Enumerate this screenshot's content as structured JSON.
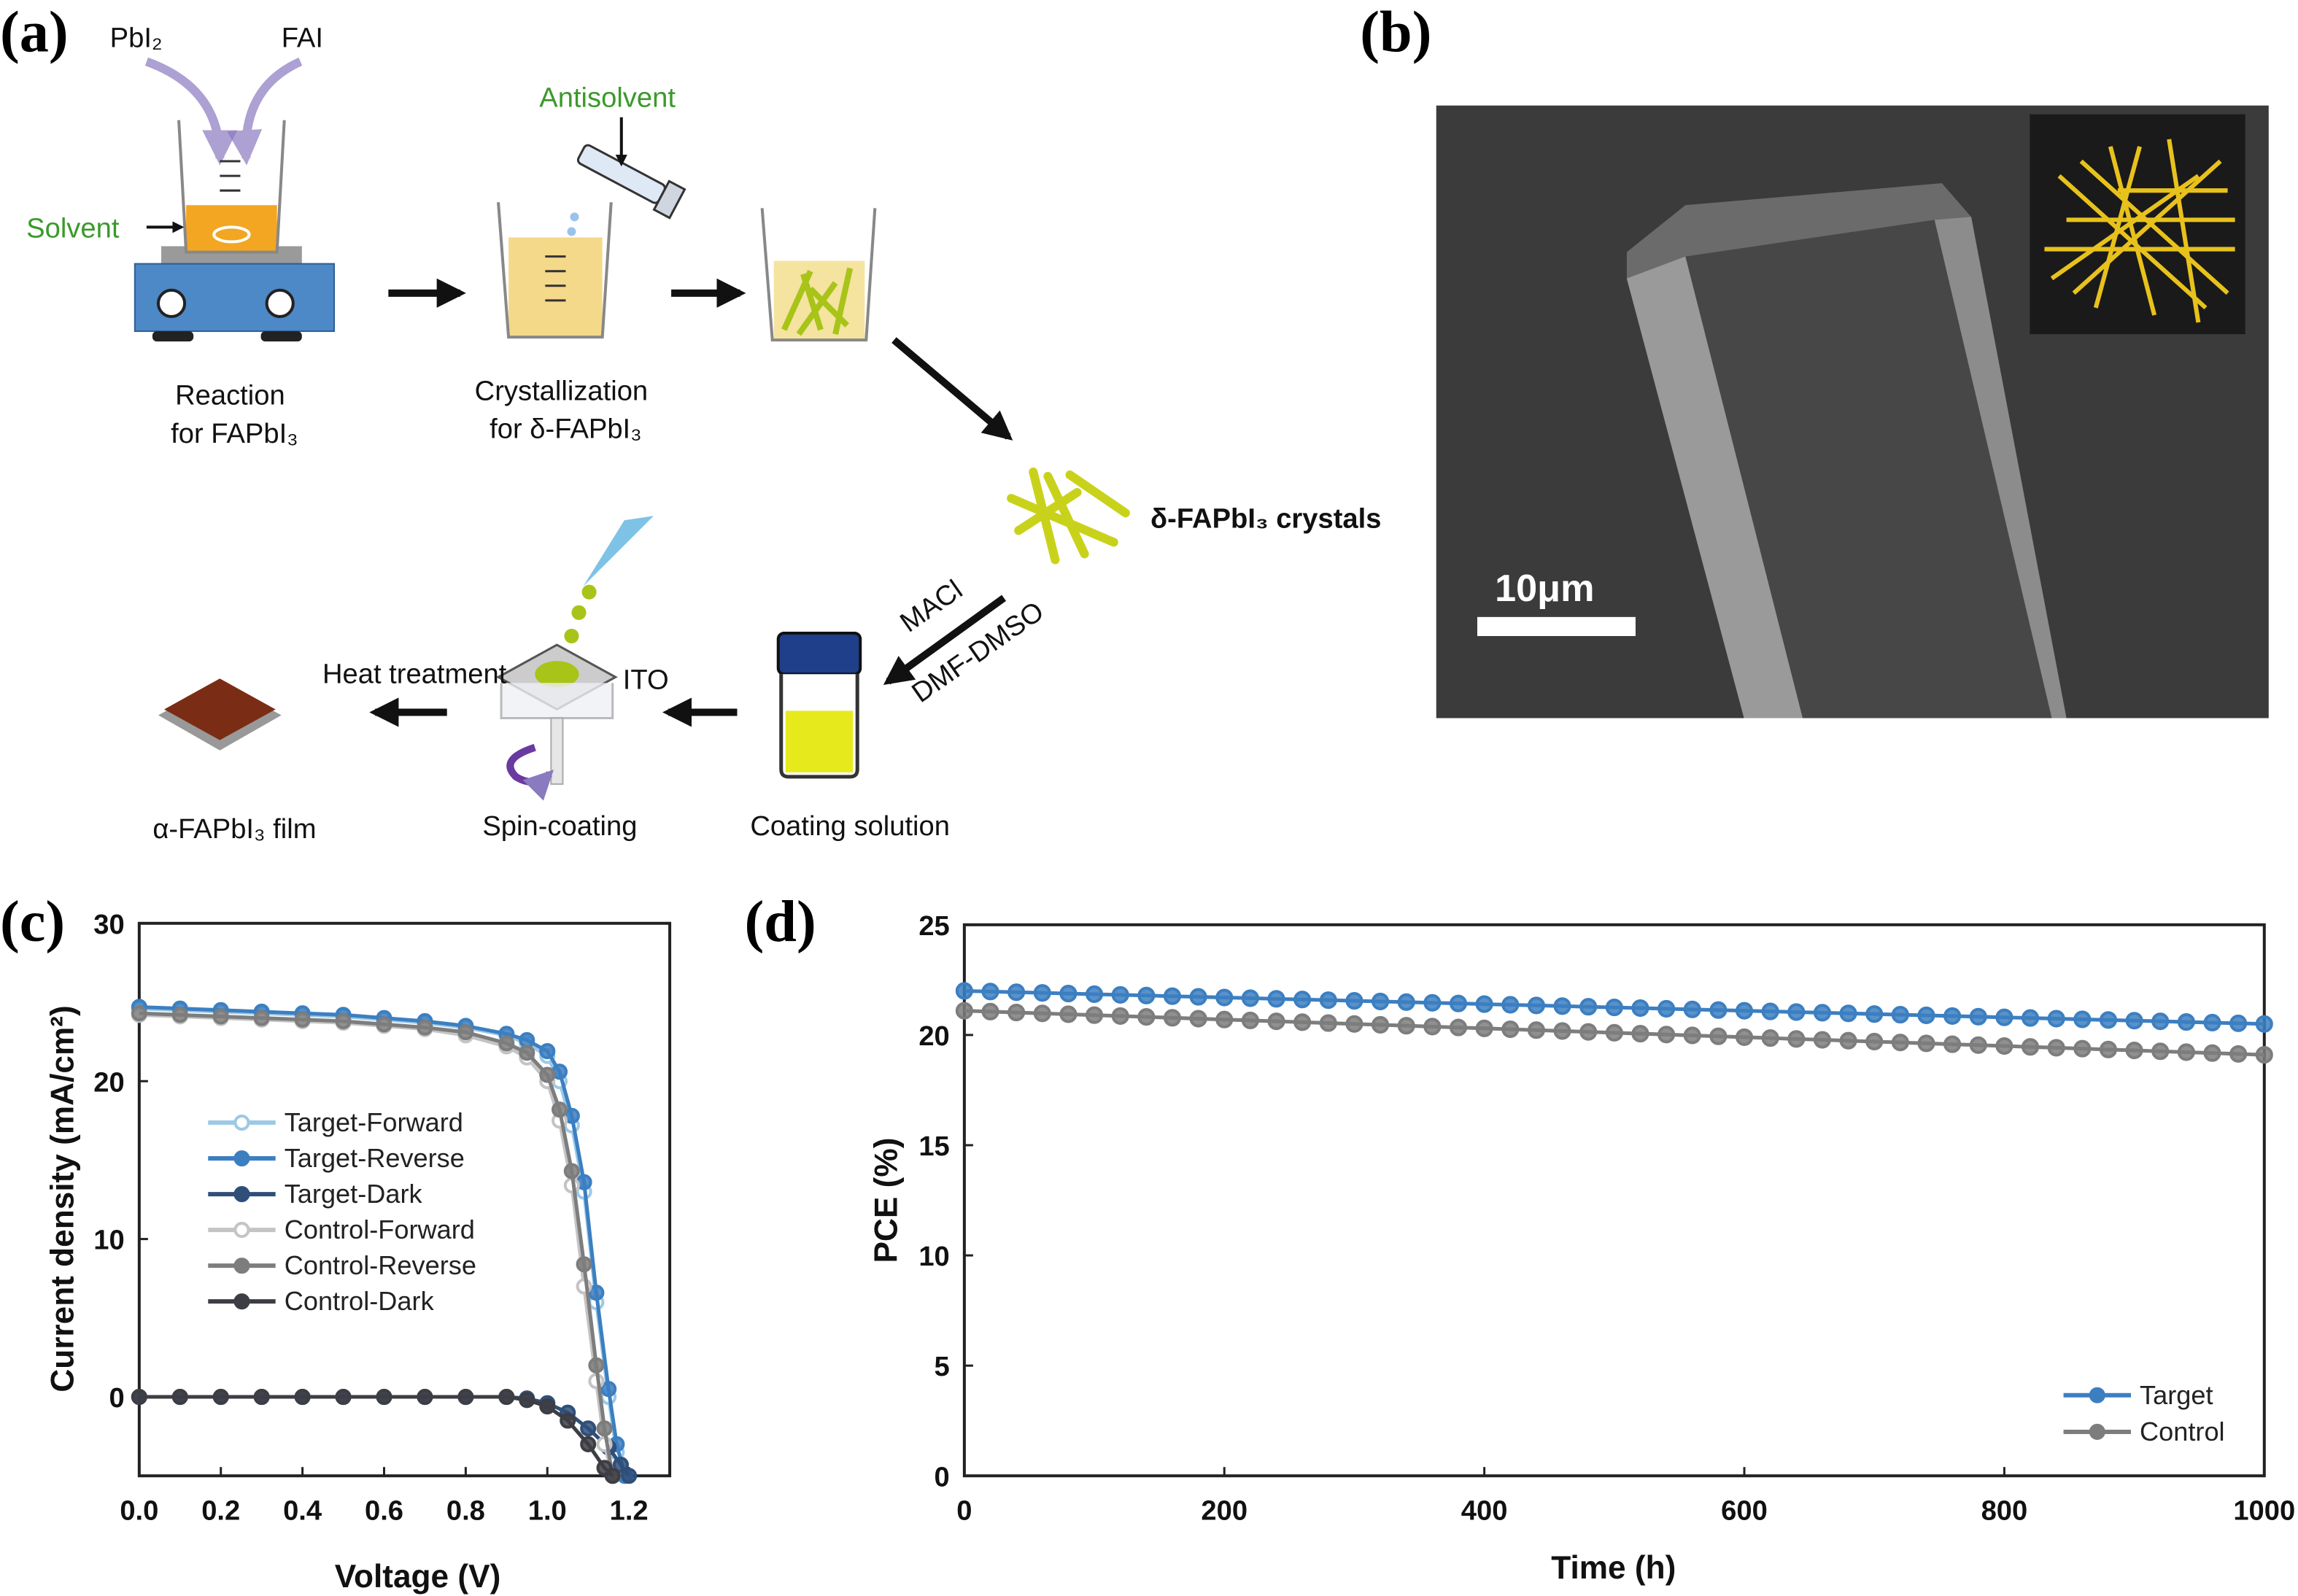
{
  "panels": {
    "a": "(a)",
    "b": "(b)",
    "c": "(c)",
    "d": "(d)"
  },
  "diagram": {
    "pbi2": "PbI₂",
    "fai": "FAI",
    "solvent": "Solvent",
    "antisolvent": "Antisolvent",
    "reaction_1": "Reaction",
    "reaction_2": "for FAPbI₃",
    "cryst_1": "Crystallization",
    "cryst_2": "for δ-FAPbI₃",
    "crystals": "δ-FAPbI₃ crystals",
    "macl": "MACl",
    "dmf": "DMF-DMSO",
    "coating": "Coating solution",
    "ito": "ITO",
    "heat": "Heat treatment",
    "spin": "Spin-coating",
    "film": "α-FAPbI₃ film"
  },
  "sem": {
    "scale_bar": "10μm"
  },
  "colors": {
    "target": "#3c7fc1",
    "target_light": "#9cc9e6",
    "target_dark": "#2f4f7a",
    "control": "#7d7d7d",
    "control_light": "#c4c4c4",
    "control_dark": "#3d3d44"
  },
  "chart_data": [
    {
      "id": "c",
      "type": "line",
      "xlabel": "Voltage (V)",
      "ylabel": "Current density (mA/cm²)",
      "xlim": [
        0,
        1.3
      ],
      "ylim": [
        -5,
        30
      ],
      "xticks": [
        "0.0",
        "0.2",
        "0.4",
        "0.6",
        "0.8",
        "1.0",
        "1.2"
      ],
      "yticks": [
        "0",
        "10",
        "20",
        "30"
      ],
      "legend_position": "center-left",
      "series": [
        {
          "name": "Target-Forward",
          "color": "#9cc9e6",
          "hollow": true,
          "x": [
            0,
            0.1,
            0.2,
            0.3,
            0.4,
            0.5,
            0.6,
            0.7,
            0.8,
            0.9,
            0.95,
            1.0,
            1.03,
            1.06,
            1.09,
            1.12,
            1.15,
            1.17,
            1.19
          ],
          "y": [
            24.6,
            24.5,
            24.4,
            24.3,
            24.2,
            24.1,
            23.9,
            23.7,
            23.4,
            22.9,
            22.4,
            21.6,
            20.0,
            17.2,
            13.0,
            6.0,
            0.0,
            -3.5,
            -5.0
          ]
        },
        {
          "name": "Target-Reverse",
          "color": "#3c7fc1",
          "hollow": false,
          "x": [
            0,
            0.1,
            0.2,
            0.3,
            0.4,
            0.5,
            0.6,
            0.7,
            0.8,
            0.9,
            0.95,
            1.0,
            1.03,
            1.06,
            1.09,
            1.12,
            1.15,
            1.17,
            1.19
          ],
          "y": [
            24.7,
            24.6,
            24.5,
            24.4,
            24.3,
            24.2,
            24.0,
            23.8,
            23.5,
            23.0,
            22.6,
            21.9,
            20.6,
            17.8,
            13.6,
            6.6,
            0.5,
            -3.0,
            -5.0
          ]
        },
        {
          "name": "Target-Dark",
          "color": "#2f4f7a",
          "hollow": false,
          "x": [
            0,
            0.1,
            0.2,
            0.3,
            0.4,
            0.5,
            0.6,
            0.7,
            0.8,
            0.9,
            0.95,
            1.0,
            1.05,
            1.1,
            1.15,
            1.18,
            1.2
          ],
          "y": [
            0,
            0,
            0,
            0,
            0,
            0,
            0,
            0,
            0,
            0,
            -0.1,
            -0.4,
            -1.0,
            -2.0,
            -3.2,
            -4.3,
            -5.0
          ]
        },
        {
          "name": "Control-Forward",
          "color": "#c4c4c4",
          "hollow": true,
          "x": [
            0,
            0.1,
            0.2,
            0.3,
            0.4,
            0.5,
            0.6,
            0.7,
            0.8,
            0.9,
            0.95,
            1.0,
            1.03,
            1.06,
            1.09,
            1.12,
            1.14,
            1.16
          ],
          "y": [
            24.2,
            24.1,
            24.0,
            23.9,
            23.8,
            23.7,
            23.5,
            23.3,
            22.9,
            22.2,
            21.5,
            20.0,
            17.5,
            13.4,
            7.0,
            1.0,
            -3.0,
            -5.0
          ]
        },
        {
          "name": "Control-Reverse",
          "color": "#7d7d7d",
          "hollow": false,
          "x": [
            0,
            0.1,
            0.2,
            0.3,
            0.4,
            0.5,
            0.6,
            0.7,
            0.8,
            0.9,
            0.95,
            1.0,
            1.03,
            1.06,
            1.09,
            1.12,
            1.14,
            1.16
          ],
          "y": [
            24.3,
            24.2,
            24.1,
            24.0,
            23.9,
            23.8,
            23.6,
            23.4,
            23.1,
            22.4,
            21.8,
            20.4,
            18.2,
            14.3,
            8.4,
            2.0,
            -2.0,
            -5.0
          ]
        },
        {
          "name": "Control-Dark",
          "color": "#3d3d44",
          "hollow": false,
          "x": [
            0,
            0.1,
            0.2,
            0.3,
            0.4,
            0.5,
            0.6,
            0.7,
            0.8,
            0.9,
            0.95,
            1.0,
            1.05,
            1.1,
            1.14,
            1.16
          ],
          "y": [
            0,
            0,
            0,
            0,
            0,
            0,
            0,
            0,
            0,
            0,
            -0.2,
            -0.6,
            -1.5,
            -3.0,
            -4.5,
            -5.0
          ]
        }
      ]
    },
    {
      "id": "d",
      "type": "line",
      "xlabel": "Time (h)",
      "ylabel": "PCE  (%)",
      "xlim": [
        0,
        1000
      ],
      "ylim": [
        0,
        25
      ],
      "xticks": [
        "0",
        "200",
        "400",
        "600",
        "800",
        "1000"
      ],
      "yticks": [
        "0",
        "5",
        "10",
        "15",
        "20",
        "25"
      ],
      "legend_position": "bottom-right",
      "x_step": 20,
      "series": [
        {
          "name": "Target",
          "color": "#3c7fc1",
          "y": [
            22.0,
            21.97,
            21.94,
            21.91,
            21.88,
            21.85,
            21.82,
            21.79,
            21.76,
            21.73,
            21.7,
            21.67,
            21.64,
            21.61,
            21.58,
            21.55,
            21.52,
            21.49,
            21.46,
            21.43,
            21.4,
            21.37,
            21.34,
            21.31,
            21.28,
            21.25,
            21.22,
            21.19,
            21.16,
            21.13,
            21.1,
            21.07,
            21.04,
            21.01,
            20.98,
            20.95,
            20.92,
            20.89,
            20.86,
            20.83,
            20.8,
            20.77,
            20.74,
            20.71,
            20.68,
            20.65,
            20.62,
            20.59,
            20.56,
            20.53,
            20.5
          ]
        },
        {
          "name": "Control",
          "color": "#7d7d7d",
          "y": [
            21.1,
            21.06,
            21.02,
            20.98,
            20.94,
            20.9,
            20.86,
            20.82,
            20.78,
            20.74,
            20.7,
            20.66,
            20.62,
            20.58,
            20.54,
            20.5,
            20.46,
            20.42,
            20.38,
            20.34,
            20.3,
            20.26,
            20.22,
            20.18,
            20.14,
            20.1,
            20.06,
            20.02,
            19.98,
            19.94,
            19.9,
            19.86,
            19.82,
            19.78,
            19.74,
            19.7,
            19.66,
            19.62,
            19.58,
            19.54,
            19.5,
            19.46,
            19.42,
            19.38,
            19.34,
            19.3,
            19.26,
            19.22,
            19.18,
            19.14,
            19.1
          ]
        }
      ]
    }
  ]
}
